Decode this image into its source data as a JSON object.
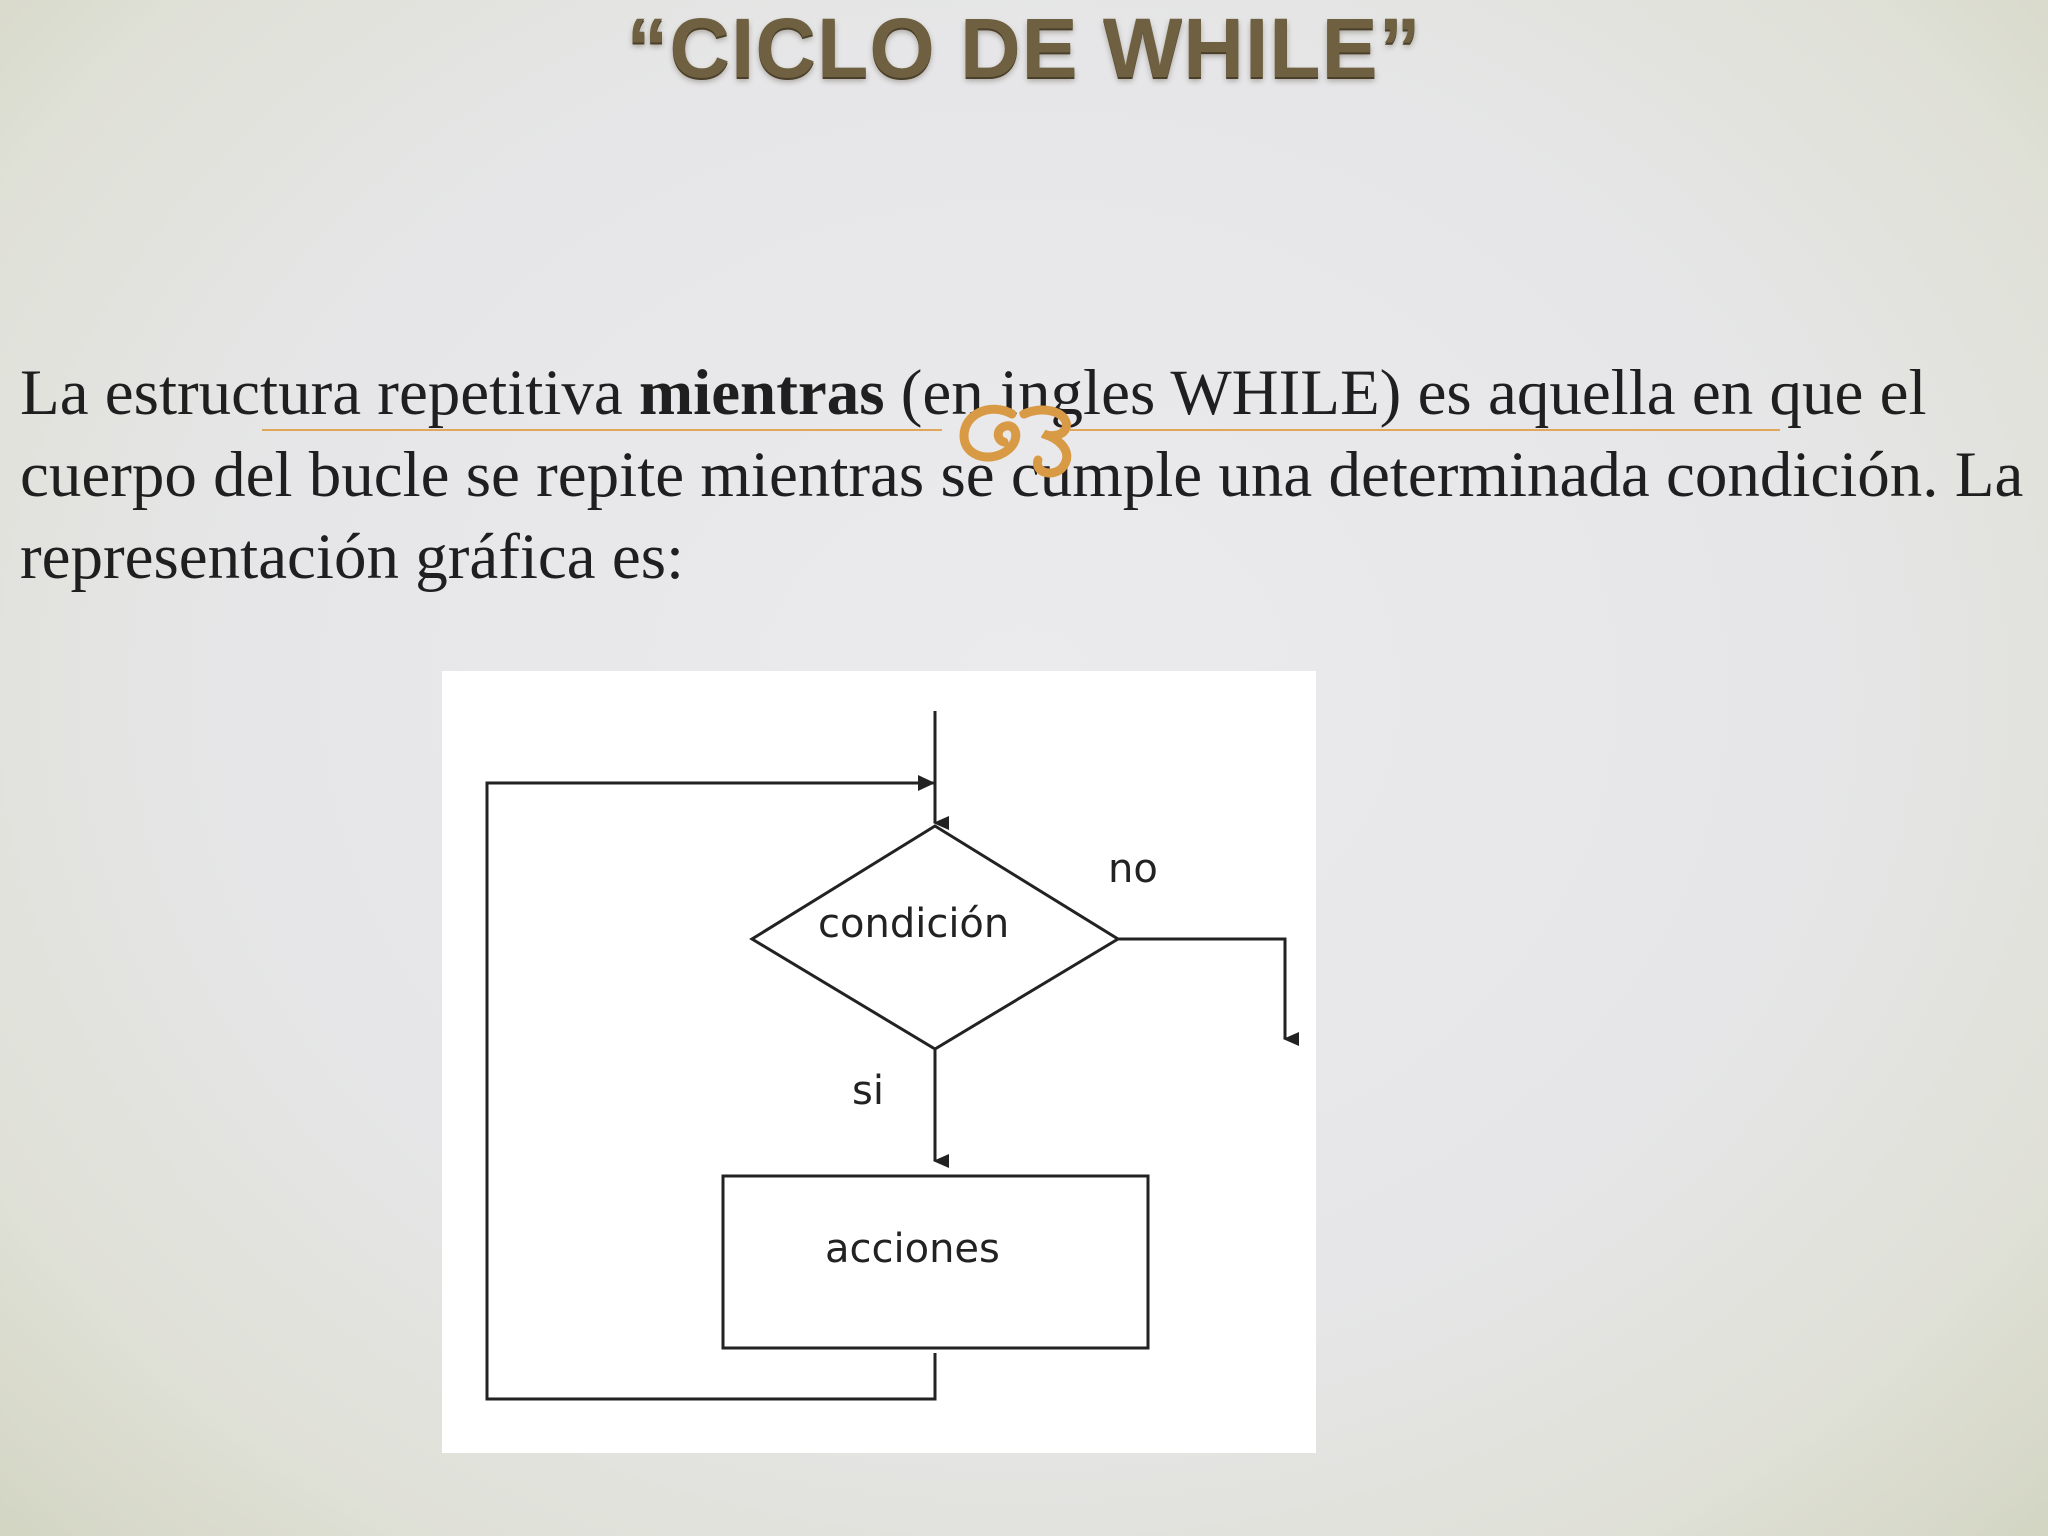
{
  "slide": {
    "title": "“CICLO DE WHILE”",
    "body": {
      "segment_1": "La estructura repetitiva ",
      "bold_word": "mientras",
      "segment_2": " (en ingles WHILE) es aquella en que el cuerpo del bucle se repite mientras se cumple una determinada condición. La representación gráfica es:"
    },
    "ornament_icon": "decorative-swirl-icon",
    "accent_color": "#e0a65a"
  },
  "flowchart": {
    "decision_label": "condición",
    "no_label": "no",
    "yes_label": "si",
    "process_label": "acciones"
  }
}
